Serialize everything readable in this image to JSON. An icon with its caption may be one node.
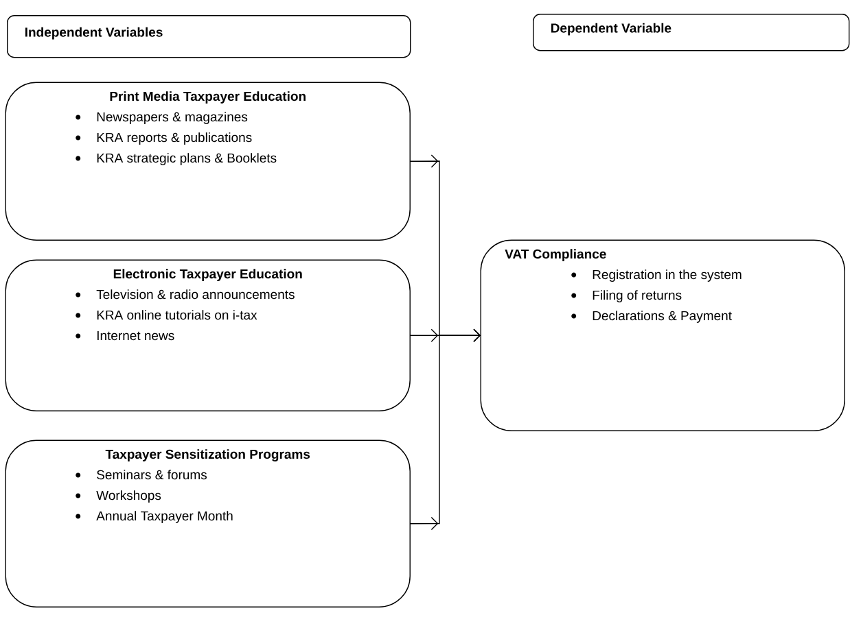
{
  "diagram": {
    "nodes": [
      {
        "text": [
          "Independent Variables"
        ]
      },
      {
        "text": [
          "Dependent Variable"
        ]
      },
      {
        "text": [
          "Print Media Taxpayer Education",
          "Newspapers & magazines",
          "KRA reports & publications",
          "KRA strategic plans & Booklets"
        ]
      },
      {
        "text": [
          "Electronic Taxpayer Education",
          "Television & radio announcements",
          "KRA online tutorials on i-tax",
          "Internet news"
        ]
      },
      {
        "text": [
          "Taxpayer Sensitization Programs",
          "Seminars & forums",
          "Workshops",
          "Annual Taxpayer Month"
        ]
      },
      {
        "text": [
          "VAT Compliance",
          "Registration in the system",
          "Filing of  returns",
          "Declarations &  Payment"
        ]
      }
    ],
    "edges": [
      {
        "from": 2,
        "to": 5,
        "arrow": "to"
      },
      {
        "from": 3,
        "to": 5,
        "arrow": "to"
      },
      {
        "from": 4,
        "to": 5,
        "arrow": "to"
      }
    ]
  }
}
